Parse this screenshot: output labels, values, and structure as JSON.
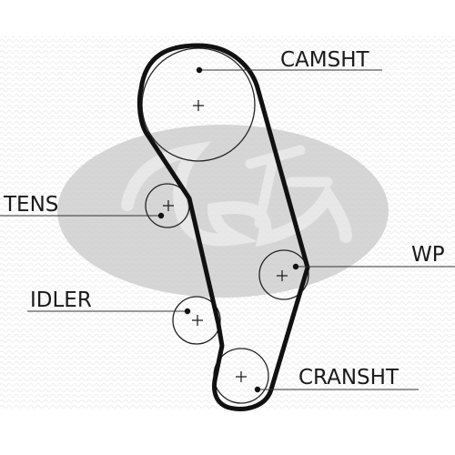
{
  "labels": {
    "camshaft": "CAMSHT",
    "tensioner": "TENS",
    "water_pump": "WP",
    "idler": "IDLER",
    "crankshaft": "CRANSHT"
  },
  "colors": {
    "belt": "#111111",
    "pulley_outline": "#222222",
    "leader_line": "#333333",
    "watermark": "#c8c8c8",
    "background_texture": "#eaeaea"
  },
  "icons": {
    "pulley_center": "plus-icon",
    "attachment_point": "dot-icon",
    "watermark": "logo-watermark"
  }
}
